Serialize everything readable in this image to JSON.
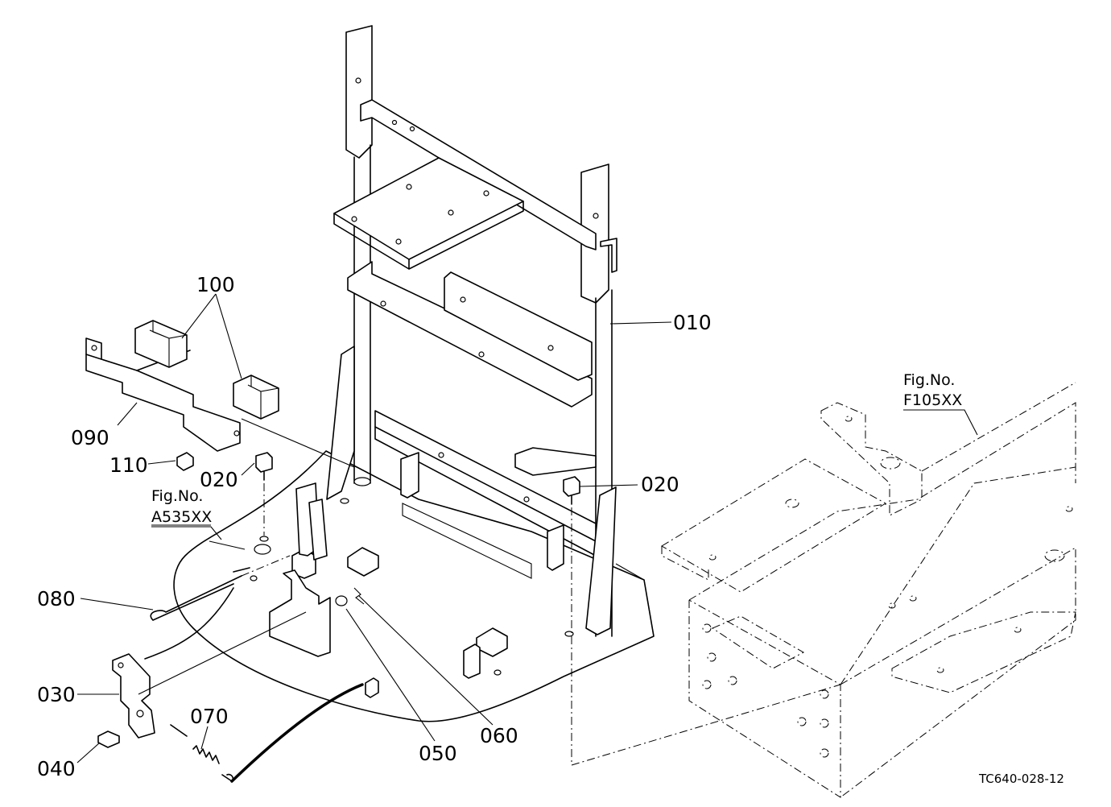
{
  "parts": {
    "p010": "010",
    "p020a": "020",
    "p020b": "020",
    "p030": "030",
    "p040": "040",
    "p050": "050",
    "p060": "060",
    "p070": "070",
    "p080": "080",
    "p090": "090",
    "p100": "100",
    "p110": "110"
  },
  "refs": {
    "a_label": "Fig.No.",
    "a_code": "A535XX",
    "f_label": "Fig.No.",
    "f_code": "F105XX"
  },
  "drawing_code": "TC640-028-12"
}
